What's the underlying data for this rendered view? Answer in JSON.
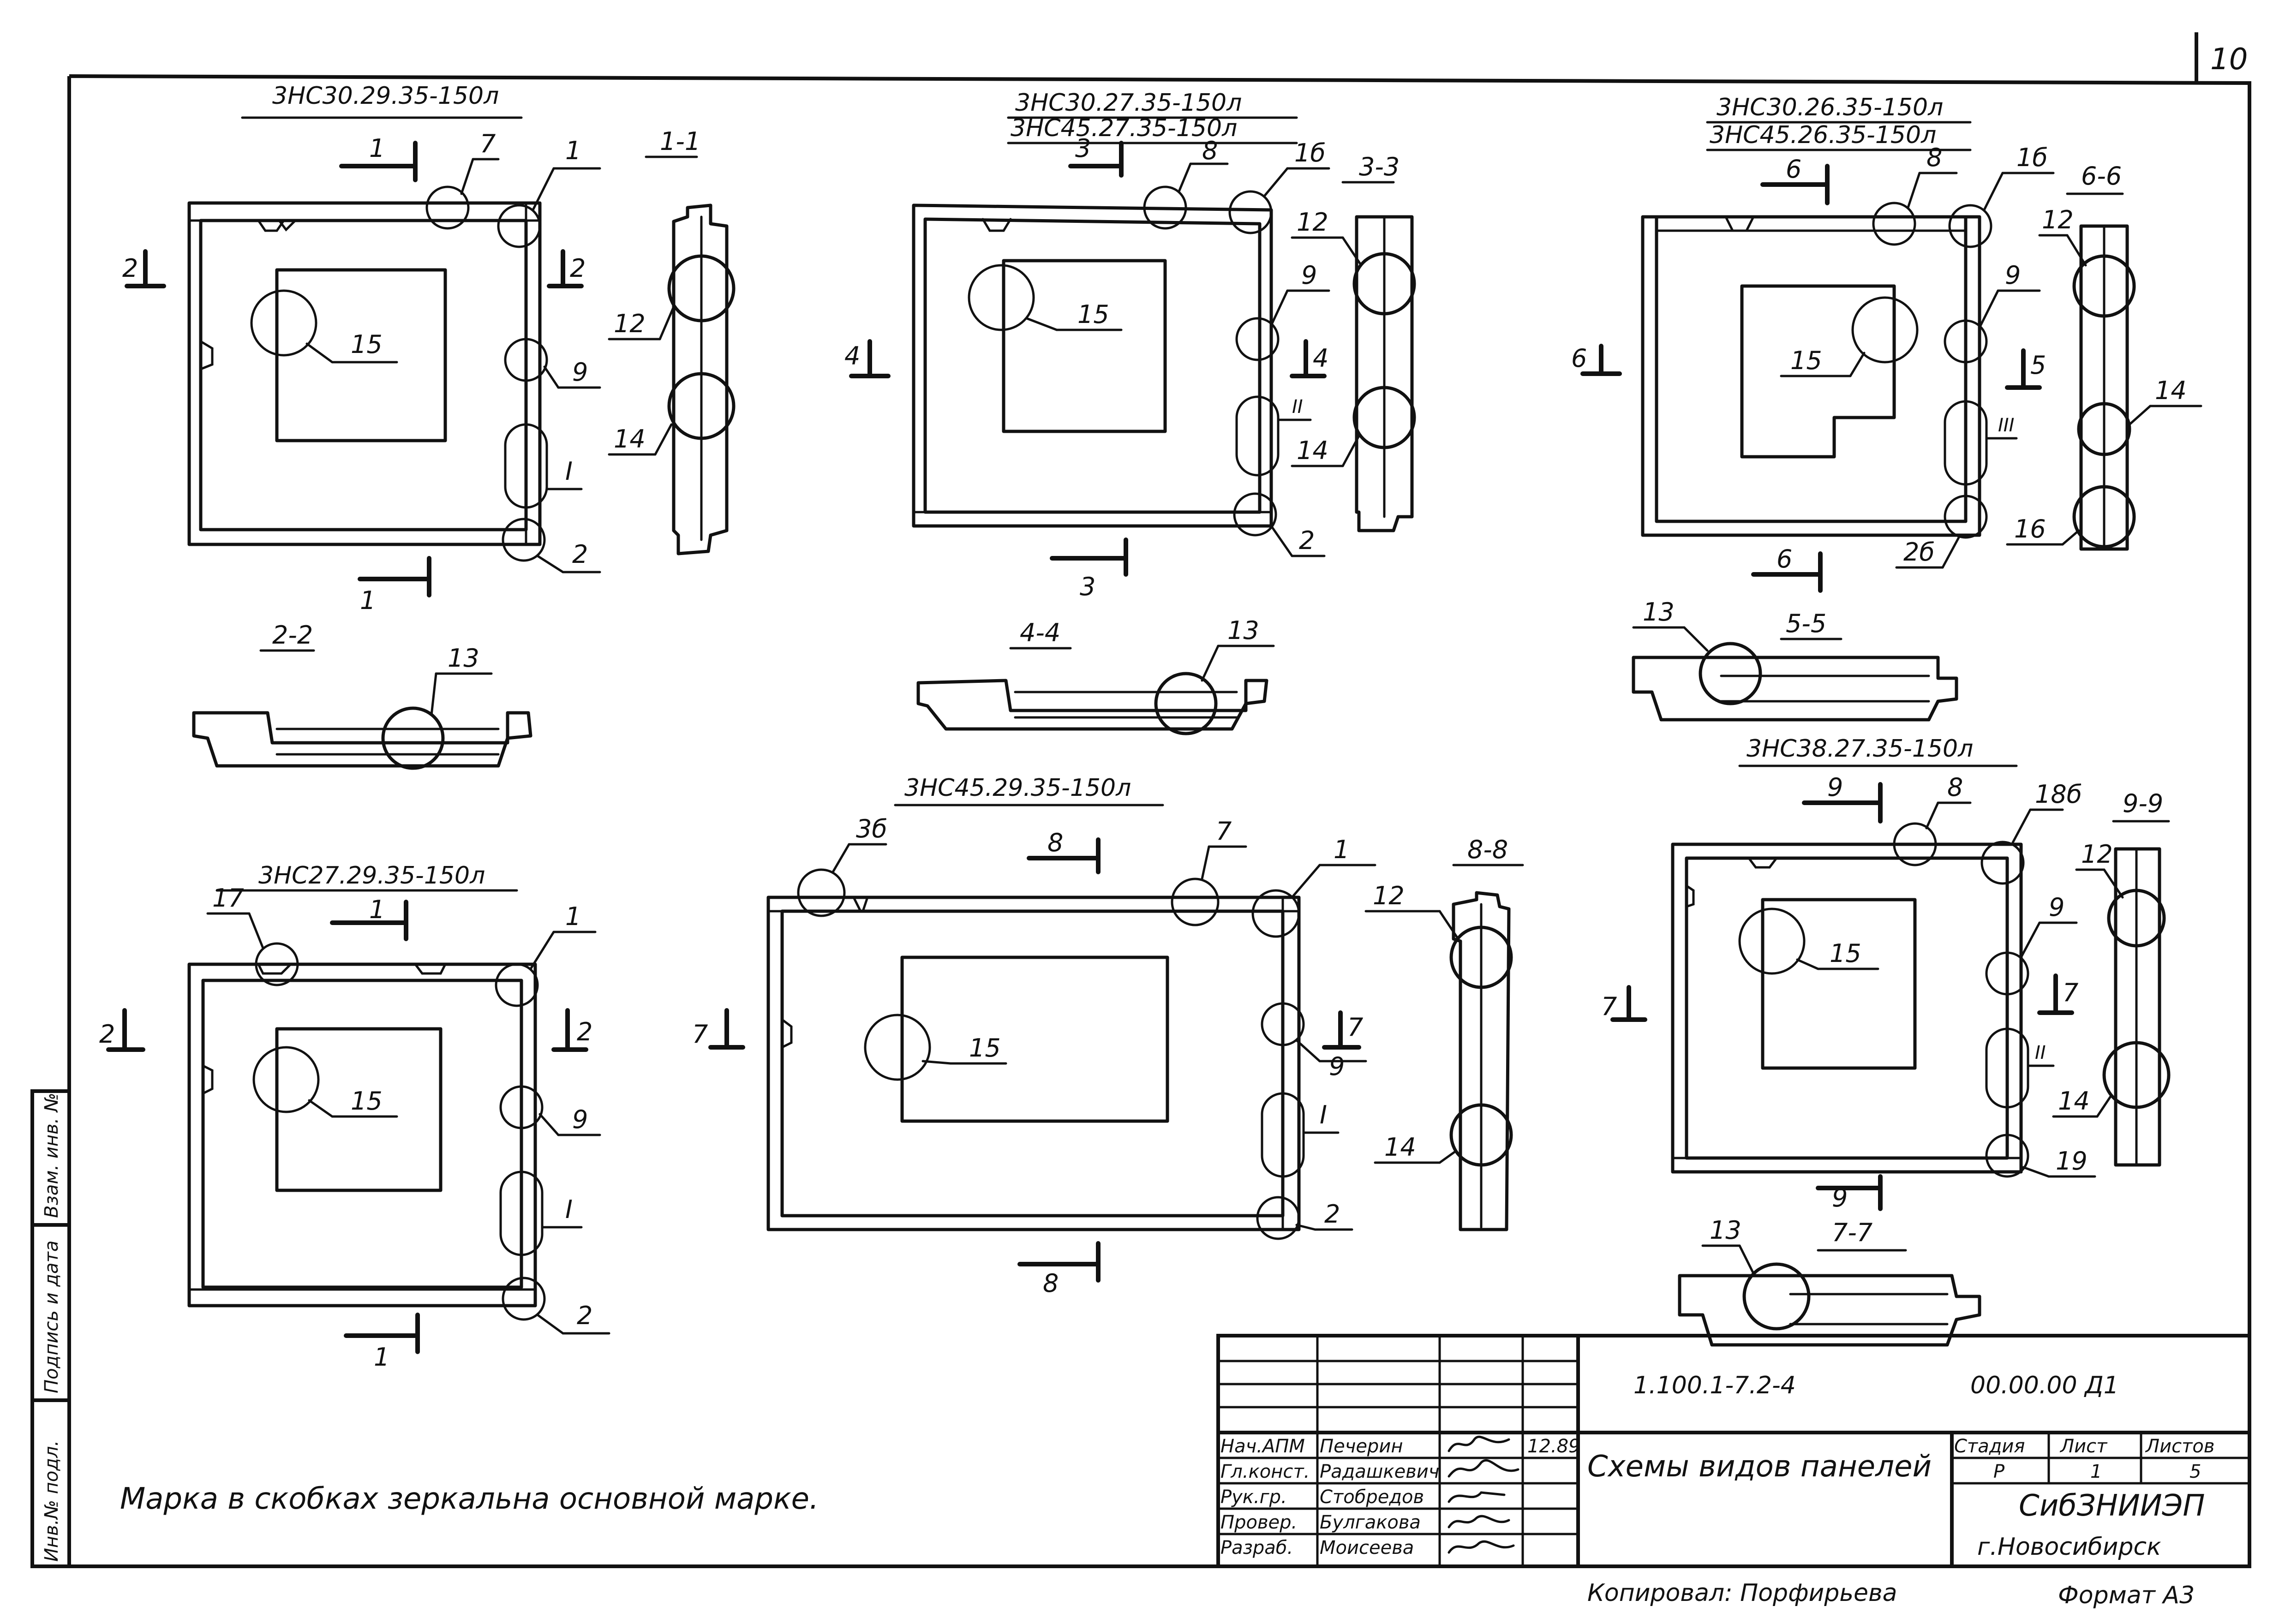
{
  "sheet_number": "10",
  "views": {
    "v1": {
      "title": "3НС30.29.35-150л",
      "sec_top": "1",
      "sec_bottom": "1",
      "sec_left": "2",
      "sec_right": "2",
      "callouts": [
        "7",
        "1",
        "15",
        "9",
        "I",
        "2"
      ],
      "section_title": "1-1",
      "section_callouts": [
        "12",
        "14"
      ]
    },
    "v2": {
      "title_line1": "3НС30.27.35-150л",
      "title_line2": "3НС45.27.35-150л",
      "sec_top": "3",
      "sec_bottom": "3",
      "sec_left": "4",
      "sec_right": "4",
      "callouts": [
        "8",
        "1б",
        "15",
        "9",
        "II",
        "2"
      ],
      "section_title": "3-3",
      "section_callouts": [
        "12",
        "14"
      ]
    },
    "v3": {
      "title_line1": "3НС30.26.35-150л",
      "title_line2": "3НС45.26.35-150л",
      "sec_top": "6",
      "sec_bottom": "6",
      "sec_left": "6",
      "sec_right": "5",
      "callouts": [
        "8",
        "1б",
        "15",
        "9",
        "III",
        "2б"
      ],
      "section_title": "6-6",
      "section_callouts": [
        "12",
        "14",
        "16"
      ]
    },
    "s22": {
      "title": "2-2",
      "callout": "13"
    },
    "s44": {
      "title": "4-4",
      "callout": "13"
    },
    "s55": {
      "title": "5-5",
      "callout": "13"
    },
    "v4": {
      "title": "3НС27.29.35-150л",
      "sec_top": "1",
      "sec_bottom": "1",
      "sec_left": "2",
      "sec_right": "2",
      "callouts": [
        "17",
        "1",
        "15",
        "9",
        "I",
        "2"
      ]
    },
    "v5": {
      "title": "3НС45.29.35-150л",
      "sec_top": "8",
      "sec_bottom": "8",
      "sec_left": "7",
      "sec_right": "7",
      "callouts": [
        "3б",
        "7",
        "1",
        "15",
        "9",
        "I",
        "2"
      ],
      "section_title": "8-8",
      "section_callouts": [
        "12",
        "14"
      ]
    },
    "v6": {
      "title": "3НС38.27.35-150л",
      "sec_top": "9",
      "sec_bottom": "9",
      "sec_left": "7",
      "sec_right": "7",
      "callouts": [
        "8",
        "18б",
        "15",
        "9",
        "II",
        "19"
      ],
      "section_title": "9-9",
      "section_callouts": [
        "12",
        "14"
      ]
    },
    "s77": {
      "title": "7-7",
      "callout": "13"
    }
  },
  "note": "Марка в скобках зеркальна основной марке.",
  "side_stamp": [
    "Инв.№ подл.",
    "Подпись и дата",
    "Взам. инв. №"
  ],
  "title_block": {
    "doc_code": "1.100.1-7.2-4",
    "doc_number": "00.00.00 Д1",
    "sheet_title": "Схемы видов панелей",
    "roles": [
      "Нач.АПМ",
      "Гл.конст.",
      "Рук.гр.",
      "Провер.",
      "Разраб."
    ],
    "names": [
      "Печерин",
      "Радашкевич",
      "Стобредов",
      "Булгакова",
      "Моисеева"
    ],
    "date": "12.89",
    "stage_label": "Стадия",
    "sheet_label": "Лист",
    "sheets_label": "Листов",
    "stage": "Р",
    "sheet": "1",
    "sheets": "5",
    "org": "СибЗНИИЭП",
    "city": "г.Новосибирск"
  },
  "copied_by": "Копировал: Порфирьева",
  "format": "Формат А3"
}
